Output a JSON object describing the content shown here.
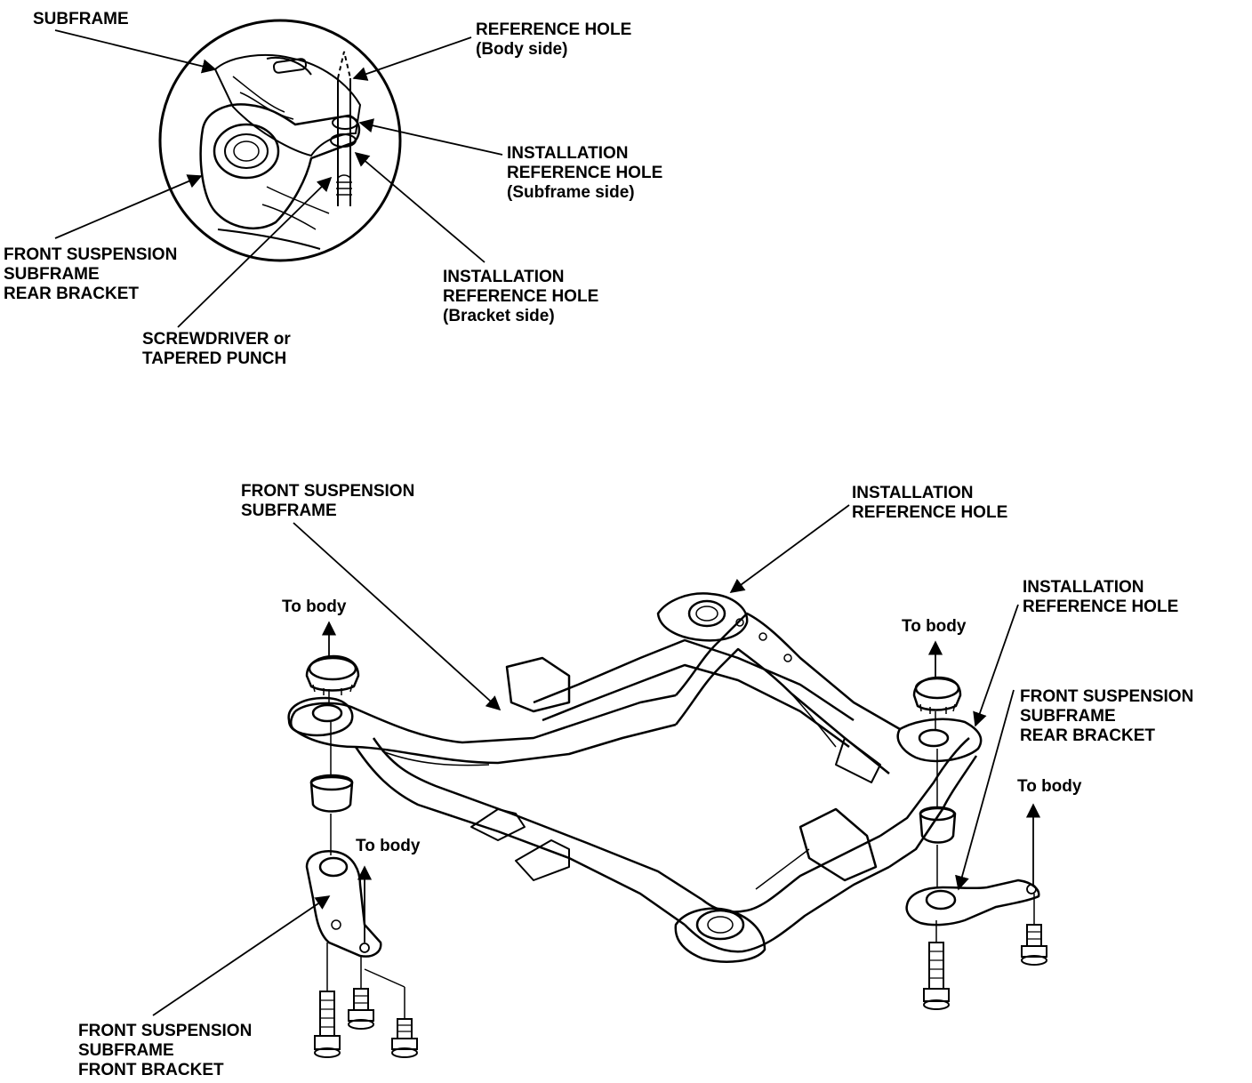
{
  "detail": {
    "subframe": "SUBFRAME",
    "reference_hole": [
      "REFERENCE HOLE",
      "(Body side)"
    ],
    "install_ref_subframe": [
      "INSTALLATION",
      "REFERENCE HOLE",
      "(Subframe side)"
    ],
    "install_ref_bracket": [
      "INSTALLATION",
      "REFERENCE HOLE",
      "(Bracket side)"
    ],
    "rear_bracket": [
      "FRONT SUSPENSION",
      "SUBFRAME",
      "REAR BRACKET"
    ],
    "screwdriver": [
      "SCREWDRIVER or",
      "TAPERED PUNCH"
    ]
  },
  "main": {
    "front_subframe": [
      "FRONT SUSPENSION",
      "SUBFRAME"
    ],
    "install_ref_hole_1": [
      "INSTALLATION",
      "REFERENCE HOLE"
    ],
    "install_ref_hole_2": [
      "INSTALLATION",
      "REFERENCE HOLE"
    ],
    "rear_bracket": [
      "FRONT SUSPENSION",
      "SUBFRAME",
      "REAR BRACKET"
    ],
    "front_bracket": [
      "FRONT SUSPENSION",
      "SUBFRAME",
      "FRONT BRACKET"
    ],
    "to_body_left_top": "To body",
    "to_body_left_bracket": "To body",
    "to_body_right_top": "To body",
    "to_body_right_bracket": "To body"
  }
}
